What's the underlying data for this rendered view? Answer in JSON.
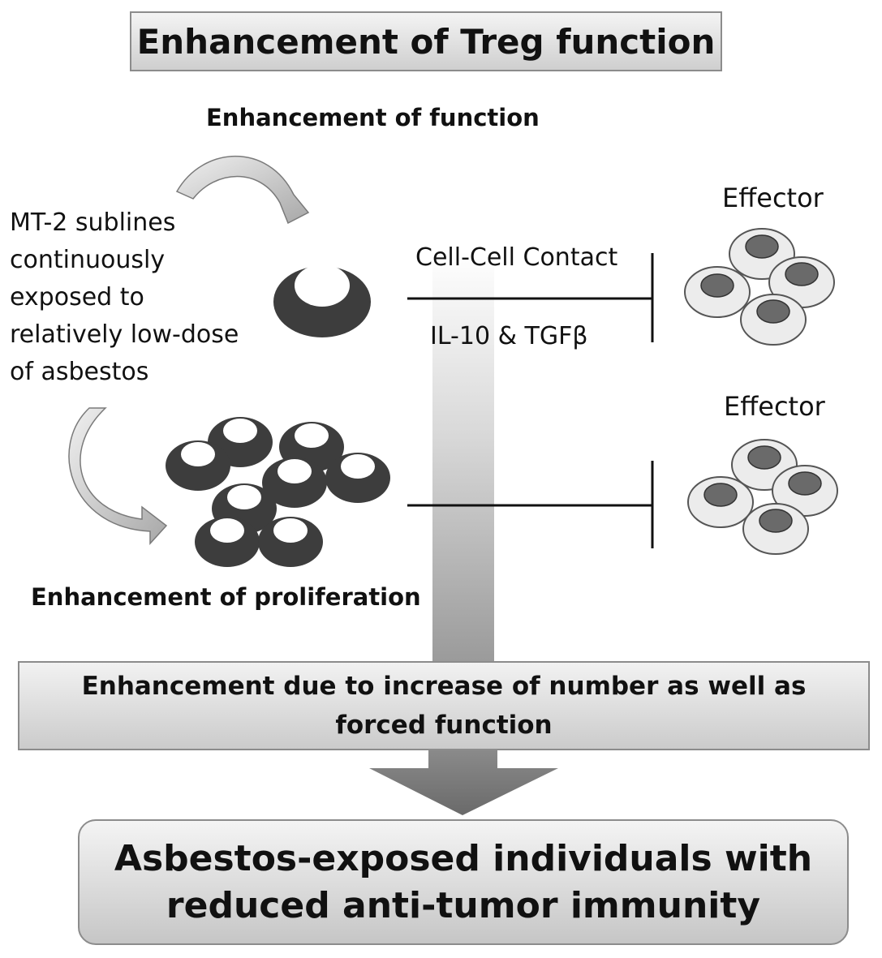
{
  "title": "Enhancement of Treg function",
  "labels": {
    "function_enhancement": "Enhancement of function",
    "proliferation_enhancement": "Enhancement of proliferation",
    "sublines_description": "MT-2 sublines continuously exposed to relatively low-dose of asbestos",
    "cell_contact": "Cell-Cell Contact",
    "cytokines": "IL-10 & TGFβ",
    "effector_top": "Effector",
    "effector_bottom": "Effector"
  },
  "summary_box": "Enhancement due to increase of number as well as forced function",
  "outcome_box": "Asbestos-exposed individuals with reduced anti-tumor immunity",
  "colors": {
    "treg_cell": "#3d3d3d",
    "treg_nucleus": "#ffffff",
    "effector_cell": "#ececec",
    "effector_nucleus": "#6a6a6a",
    "arrow_fill": "#c4c4c4"
  }
}
